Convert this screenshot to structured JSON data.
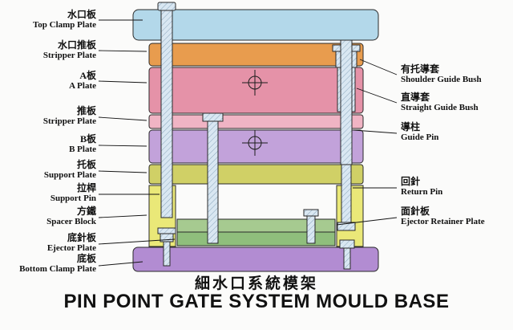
{
  "title": {
    "zh": "細水口系統模架",
    "en": "PIN POINT GATE SYSTEM MOULD BASE"
  },
  "labels": {
    "left": [
      {
        "zh": "水口板",
        "en": "Top Clamp Plate"
      },
      {
        "zh": "水口推板",
        "en": "Stripper Plate"
      },
      {
        "zh": "A板",
        "en": "A Plate"
      },
      {
        "zh": "推板",
        "en": "Stripper Plate"
      },
      {
        "zh": "B板",
        "en": "B Plate"
      },
      {
        "zh": "托板",
        "en": "Support Plate"
      },
      {
        "zh": "拉桿",
        "en": "Support Pin"
      },
      {
        "zh": "方鐵",
        "en": "Spacer Block"
      },
      {
        "zh": "底針板",
        "en": "Ejector Plate"
      },
      {
        "zh": "底板",
        "en": "Bottom Clamp Plate"
      }
    ],
    "right": [
      {
        "zh": "有托導套",
        "en": "Shoulder Guide Bush"
      },
      {
        "zh": "直導套",
        "en": "Straight Guide Bush"
      },
      {
        "zh": "導柱",
        "en": "Guide Pin"
      },
      {
        "zh": "回針",
        "en": "Return Pin"
      },
      {
        "zh": "面針板",
        "en": "Ejector Retainer Plate"
      }
    ]
  },
  "colors": {
    "top_clamp_plate": "#b3d8ea",
    "upper_stripper_plate": "#e89c4e",
    "a_plate": "#e592a8",
    "stripper_plate": "#f0b4c4",
    "b_plate": "#c2a2da",
    "support_plate": "#d0d066",
    "spacer_block": "#eae878",
    "ejector_retainer_plate": "#a6ca90",
    "ejector_plate": "#8fbe7c",
    "bottom_clamp_plate": "#b28cd2",
    "pin_fill": "#d9e7f2",
    "pin_hatch": "#8aa6bc",
    "outline": "#2a2a2a"
  }
}
